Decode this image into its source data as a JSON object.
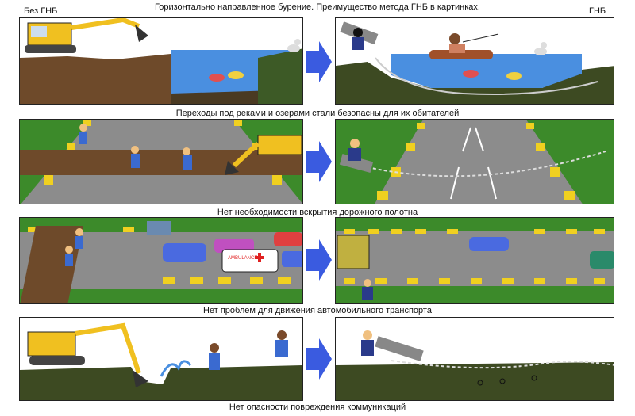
{
  "header": {
    "title": "Горизонтально направленное бурение. Преимущество метода ГНБ в картинках.",
    "left_label": "Без ГНБ",
    "right_label": "ГНБ"
  },
  "rows": [
    {
      "caption": "Переходы под реками и озерами стали безопасны для их обитателей"
    },
    {
      "caption": "Нет необходимости вскрытия дорожного полотна"
    },
    {
      "caption": "Нет проблем для движения автомобильного транспорта"
    },
    {
      "caption": "Нет опасности повреждения коммуникаций"
    }
  ],
  "signs": {
    "ambulance": "AMBULANCE"
  },
  "colors": {
    "road": "#8c8c8c",
    "grass": "#3c8a2a",
    "soil": "#6e4a2a",
    "water": "#4a8fe0",
    "excavator": "#f0c020",
    "arrow": "#3a5be0"
  }
}
